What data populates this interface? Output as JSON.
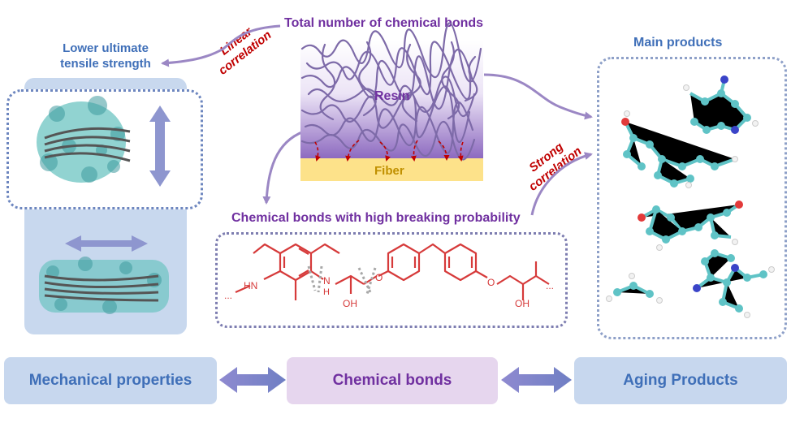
{
  "title": "Total number of chemical bonds",
  "left_heading": [
    "Lower ultimate",
    "tensile strength"
  ],
  "linear_correlation": [
    "Linear",
    "correlation"
  ],
  "strong_correlation": [
    "Strong",
    "correlation"
  ],
  "resin_label": "Resin",
  "fiber_label": "Fiber",
  "chem_title": "Chemical bonds with high breaking probability",
  "main_products": "Main products",
  "molecule_labels": {
    "nh": "HN",
    "n": "N",
    "h": "H",
    "o": "O",
    "oh_left": "OH",
    "oh_right": "OH",
    "ellipsis": "...",
    "ellipsis_right": "..."
  },
  "bottom": {
    "mechanical": "Mechanical properties",
    "chemical": "Chemical bonds",
    "aging": "Aging Products"
  },
  "colors": {
    "purple_text": "#7030a0",
    "blue_text": "#3f6fb8",
    "red_text": "#c00000",
    "left_panel": "#c8d8ee",
    "mech_box": "#c7d7ee",
    "chem_box": "#e6d6ee",
    "aging_box": "#c7d7ee",
    "molecule_red": "#d63a3a",
    "atom_teal": "#5fc3c6"
  }
}
